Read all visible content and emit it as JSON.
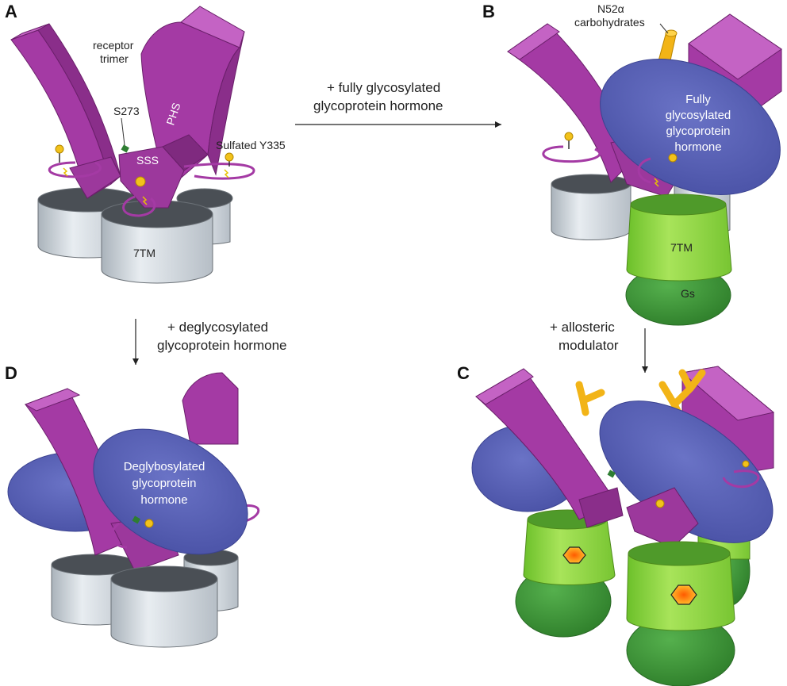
{
  "panels": {
    "a": {
      "letter": "A",
      "receptor_trimer": [
        "receptor",
        "trimer"
      ],
      "s273": "S273",
      "phs": "PHS",
      "sss": "SSS",
      "sulfated": "Sulfated Y335",
      "tm": "7TM"
    },
    "b": {
      "letter": "B",
      "n52": [
        "N52α",
        "carbohydrates"
      ],
      "hormone": [
        "Fully",
        "glycosylated",
        "glycoprotein",
        "hormone"
      ],
      "tm": "7TM",
      "gs": "Gs"
    },
    "c": {
      "letter": "C"
    },
    "d": {
      "letter": "D",
      "hormone": [
        "Deglybosylated",
        "glycoprotein",
        "hormone"
      ]
    }
  },
  "arrows": {
    "a_to_b": [
      "+ fully glycosylated",
      "glycoprotein hormone"
    ],
    "a_to_d": [
      "+ deglycosylated",
      "glycoprotein hormone"
    ],
    "b_to_c": [
      "+ allosteric",
      "modulator"
    ]
  },
  "colors": {
    "receptor": "#a43aa4",
    "hormone": "#5a63b8",
    "tm_gray": "#cfd6dc",
    "tm_green": "#8fd43e",
    "gs": "#3f9a3a",
    "carbohydrate": "#f2b417",
    "modulator": "#f59a18"
  }
}
